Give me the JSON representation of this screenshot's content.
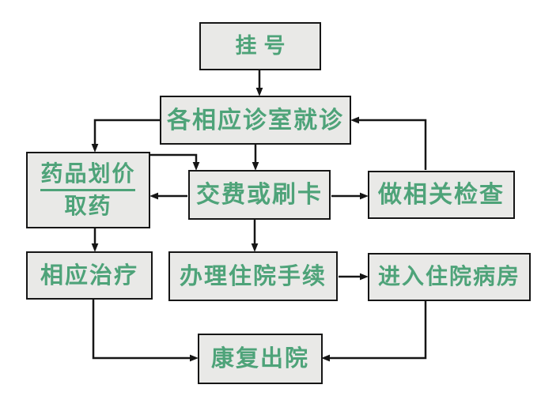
{
  "nodes": {
    "register": {
      "label": "挂号"
    },
    "clinic": {
      "label": "各相应诊室就诊"
    },
    "pricing": {
      "label_top": "药品划价",
      "label_bottom": "取药"
    },
    "pay": {
      "label": "交费或刷卡"
    },
    "exam": {
      "label": "做相关检查"
    },
    "treatment": {
      "label": "相应治疗"
    },
    "admission": {
      "label": "办理住院手续"
    },
    "ward": {
      "label": "进入住院病房"
    },
    "discharge": {
      "label": "康复出院"
    }
  },
  "edges": [
    {
      "from": "挂号",
      "to": "各相应诊室就诊"
    },
    {
      "from": "各相应诊室就诊",
      "to": "药品划价/取药"
    },
    {
      "from": "各相应诊室就诊",
      "to": "交费或刷卡"
    },
    {
      "from": "药品划价/取药",
      "to": "交费或刷卡"
    },
    {
      "from": "交费或刷卡",
      "to": "药品划价/取药"
    },
    {
      "from": "交费或刷卡",
      "to": "做相关检查"
    },
    {
      "from": "做相关检查",
      "to": "各相应诊室就诊"
    },
    {
      "from": "药品划价/取药",
      "to": "相应治疗"
    },
    {
      "from": "交费或刷卡",
      "to": "办理住院手续"
    },
    {
      "from": "办理住院手续",
      "to": "进入住院病房"
    },
    {
      "from": "相应治疗",
      "to": "康复出院"
    },
    {
      "from": "进入住院病房",
      "to": "康复出院"
    }
  ],
  "colors": {
    "background": "#ffffff",
    "box_fill": "#e9e9e7",
    "box_border": "#161616",
    "text_green": "#4EA379",
    "line": "#161616"
  }
}
